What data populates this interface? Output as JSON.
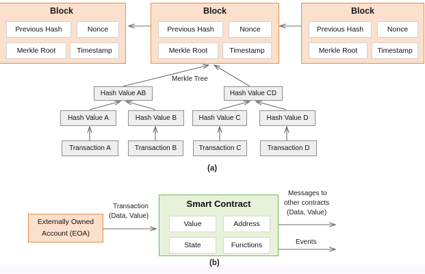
{
  "figure": {
    "panel_a_caption": "(a)",
    "panel_b_caption": "(b)"
  },
  "panel_a": {
    "merkle_tree_label": "Merkle Tree",
    "blocks": [
      {
        "title": "Block",
        "fields": [
          "Previous Hash",
          "Nonce",
          "Merkle Root",
          "Timestamp"
        ]
      },
      {
        "title": "Block",
        "fields": [
          "Previous Hash",
          "Nonce",
          "Merkle Root",
          "Timestamp"
        ]
      },
      {
        "title": "Block",
        "fields": [
          "Previous Hash",
          "Nonce",
          "Merkle Root",
          "Timestamp"
        ]
      }
    ],
    "merkle": {
      "level2": [
        "Hash Value AB",
        "Hash Value CD"
      ],
      "level1": [
        "Hash Value A",
        "Hash Value B",
        "Hash Value C",
        "Hash Value D"
      ],
      "level0": [
        "Transaction A",
        "Transaction B",
        "Transaction C",
        "Transaction D"
      ]
    }
  },
  "panel_b": {
    "eoa": {
      "line1": "Externally Owned",
      "line2": "Account (EOA)"
    },
    "transaction_label": {
      "line1": "Transaction",
      "line2": "(Data, Value)"
    },
    "contract": {
      "title": "Smart Contract",
      "fields": [
        "Value",
        "Address",
        "State",
        "Functions"
      ]
    },
    "messages_label": {
      "line1": "Messages to",
      "line2": "other contracts",
      "line3": "(Data, Value)"
    },
    "events_label": "Events"
  },
  "colors": {
    "block_fill": "#fbe0cd",
    "block_border": "#ed8c43",
    "contract_fill": "#e6f2da",
    "contract_border": "#74b94c",
    "hash_fill": "#eeeeee",
    "hash_border": "#8d8d8d",
    "arrow": "#6b6b6b"
  }
}
